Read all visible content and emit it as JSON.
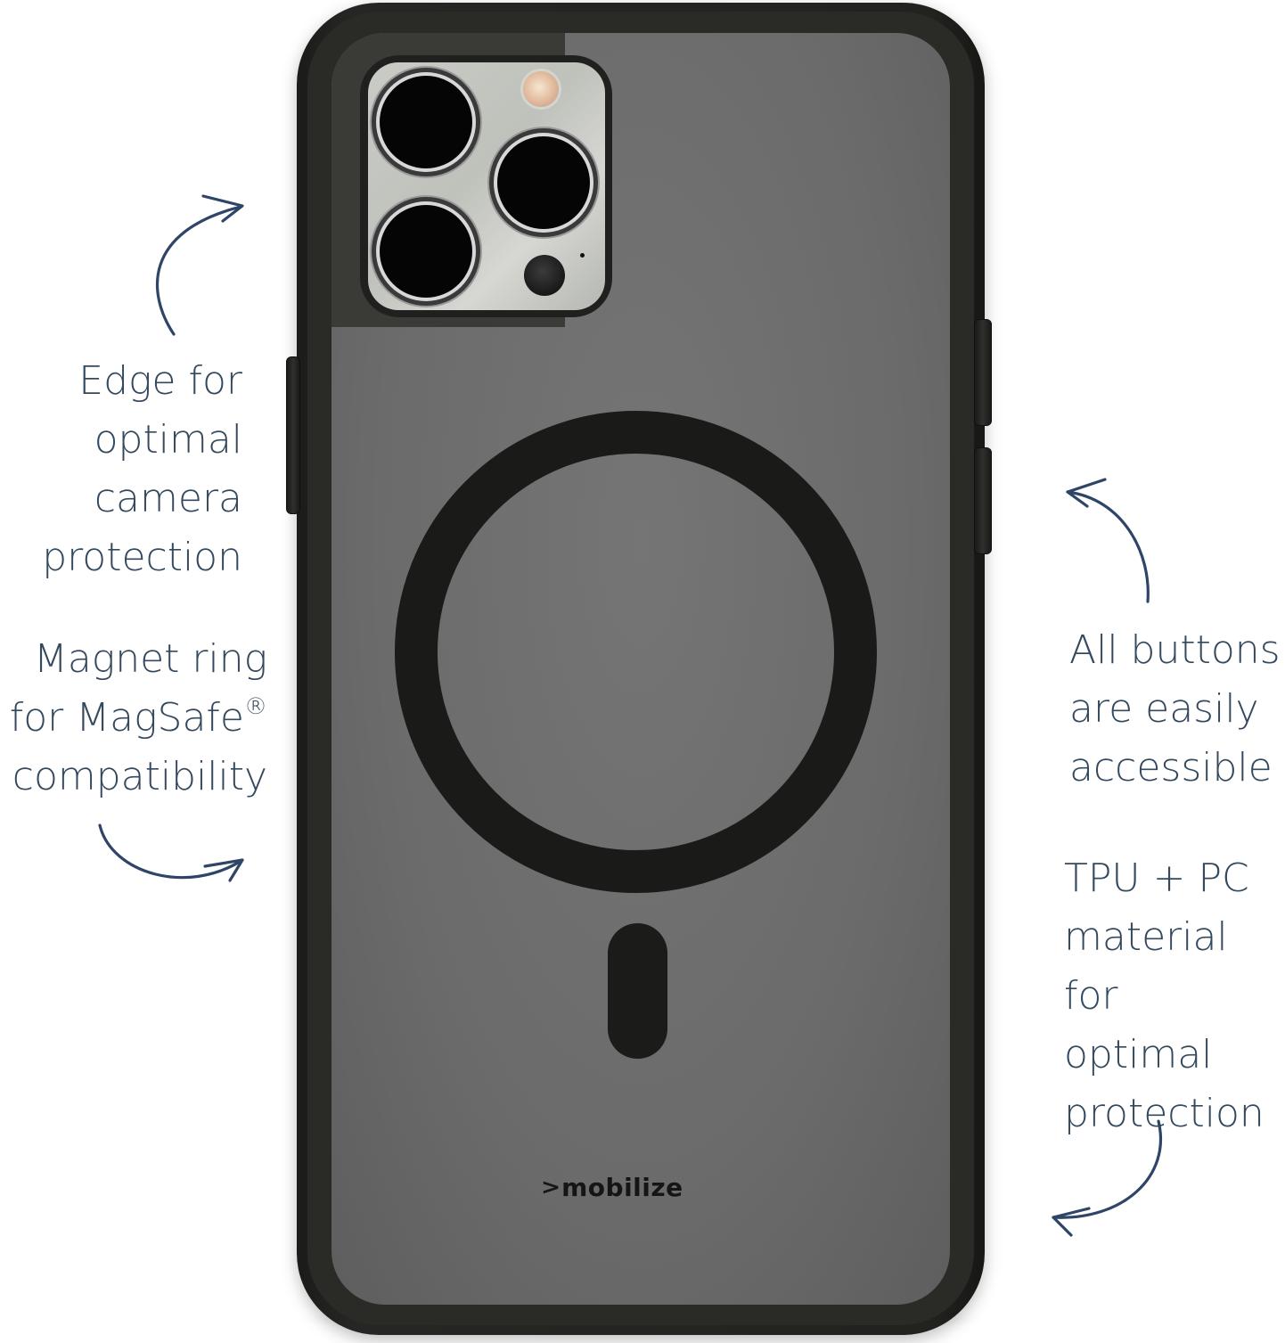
{
  "product": {
    "brand_logo": {
      "chevron": ">",
      "text": "mobilize"
    },
    "colors": {
      "callout_text": "#34495e",
      "arrow": "#2e4567",
      "case_frame": "#22221f",
      "back_panel": "#6b6b6b",
      "magnet_ring": "#1a1a19",
      "background": "#ffffff"
    }
  },
  "callouts": {
    "camera": {
      "text": "Edge for\noptimal\ncamera\nprotection",
      "arrow_icon": "curved-arrow-up-right-icon"
    },
    "magnet": {
      "text": "Magnet ring\nfor MagSafe",
      "registered_mark": "®",
      "line3": "compatibility",
      "arrow_icon": "curved-arrow-down-right-icon"
    },
    "buttons": {
      "text": "All buttons\nare easily\naccessible",
      "arrow_icon": "curved-arrow-up-left-icon"
    },
    "material": {
      "text": "TPU + PC\nmaterial for\noptimal\nprotection",
      "arrow_icon": "curved-arrow-down-left-icon"
    }
  }
}
